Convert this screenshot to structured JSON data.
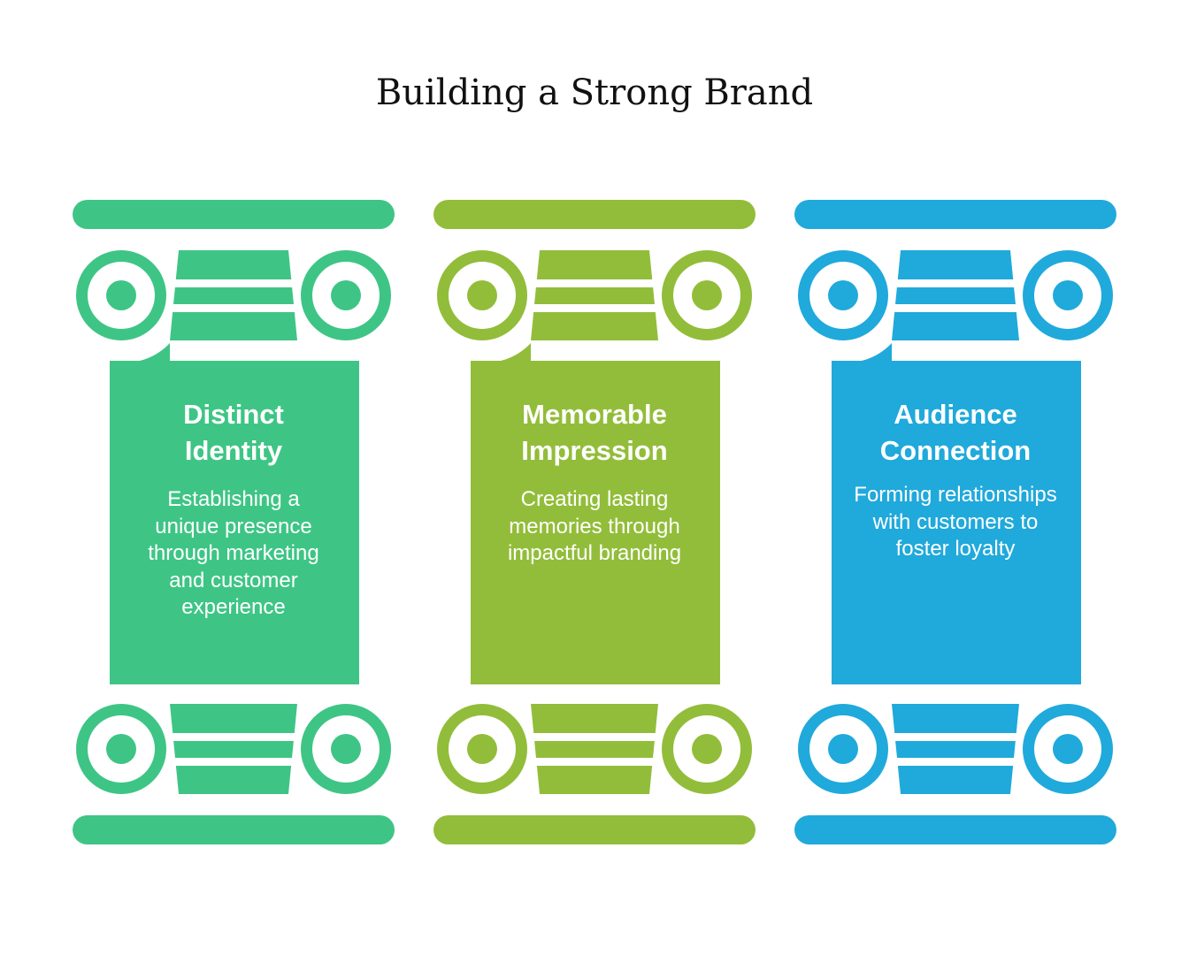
{
  "title": "Building a Strong Brand",
  "pillars": [
    {
      "heading_line1": "Distinct",
      "heading_line2": "Identity",
      "description": "Establishing a unique presence through marketing and customer experience",
      "color": "#3EC585"
    },
    {
      "heading_line1": "Memorable",
      "heading_line2": "Impression",
      "description": "Creating lasting memories through impactful branding",
      "color": "#92BD3A"
    },
    {
      "heading_line1": "Audience",
      "heading_line2": "Connection",
      "description": "Forming relationships with customers to foster loyalty",
      "color": "#20A9DB"
    }
  ]
}
